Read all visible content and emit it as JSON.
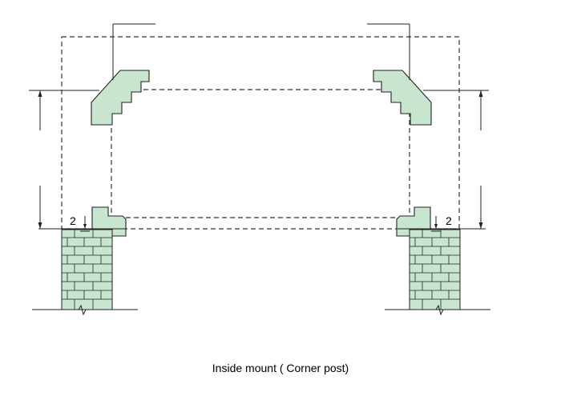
{
  "caption": "Inside mount ( Corner post)",
  "dimension_labels": {
    "left_gap": "2",
    "right_gap": "2"
  },
  "colors": {
    "profile_fill": "#c8e6cf",
    "line": "#222222"
  }
}
